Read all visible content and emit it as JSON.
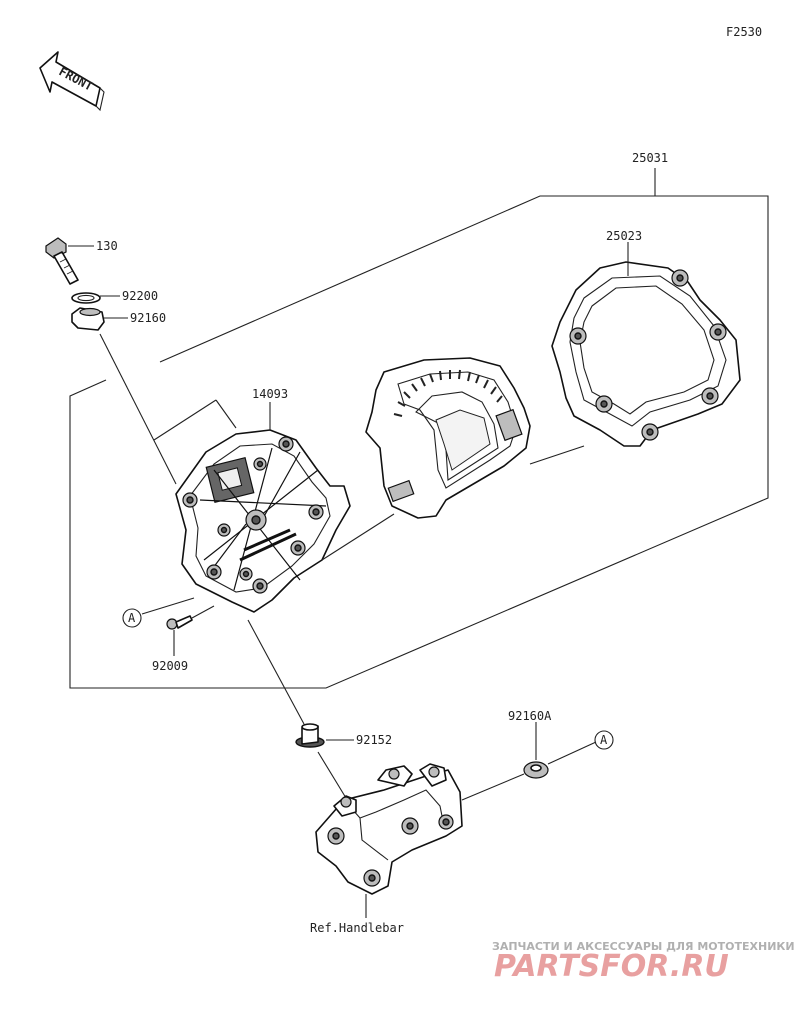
{
  "figure_code": "F2530",
  "front_arrow_text": "FRONT",
  "parts": {
    "assembly": "25031",
    "housing": "25023",
    "meter_case": "14093",
    "bolt": "130",
    "washer": "92200",
    "damper": "92160",
    "screw": "92009",
    "collar": "92152",
    "damper_a": "92160A"
  },
  "reference_marker": "A",
  "handlebar_ref": "Ref.Handlebar",
  "watermark": {
    "tagline": "ЗАПЧАСТИ И АКСЕССУАРЫ ДЛЯ МОТОТЕХНИКИ",
    "brand": "PARTSFOR.RU"
  }
}
